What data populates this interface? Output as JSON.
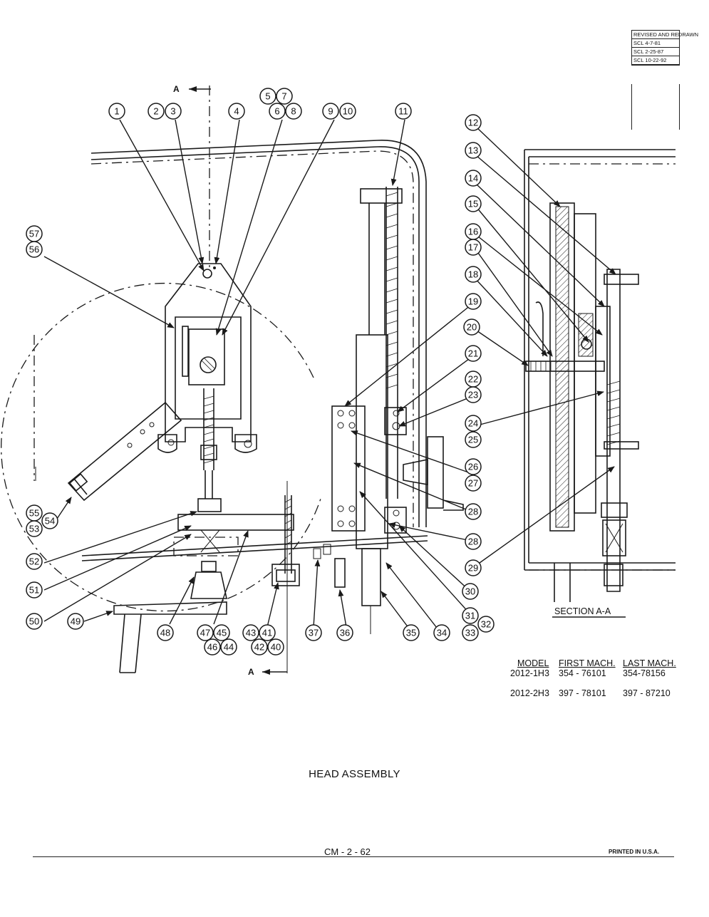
{
  "revision_block": {
    "heading": "REVISED AND REDRAWN",
    "entries": [
      "SCL 4-7-81",
      "SCL 2-25-87",
      "SCL 10-22-92"
    ]
  },
  "section_marker": {
    "letter": "A"
  },
  "section_label": "SECTION A-A",
  "callouts": {
    "c1": "1",
    "c2": "2",
    "c3": "3",
    "c4": "4",
    "c5": "5",
    "c6": "6",
    "c7": "7",
    "c8": "8",
    "c9": "9",
    "c10": "10",
    "c11": "11",
    "c12": "12",
    "c13": "13",
    "c14": "14",
    "c15": "15",
    "c16": "16",
    "c17": "17",
    "c18": "18",
    "c19": "19",
    "c20": "20",
    "c21": "21",
    "c22": "22",
    "c23": "23",
    "c24": "24",
    "c25": "25",
    "c26": "26",
    "c27": "27",
    "c28": "28",
    "c29": "29",
    "c30": "30",
    "c31": "31",
    "c32": "32",
    "c33": "33",
    "c34": "34",
    "c35": "35",
    "c36": "36",
    "c37": "37",
    "c40": "40",
    "c41": "41",
    "c42": "42",
    "c43": "43",
    "c44": "44",
    "c45": "45",
    "c46": "46",
    "c47": "47",
    "c48": "48",
    "c49": "49",
    "c50": "50",
    "c51": "51",
    "c52": "52",
    "c53": "53",
    "c54": "54",
    "c55": "55",
    "c56": "56",
    "c57": "57"
  },
  "model_table": {
    "headers": [
      "MODEL",
      "FIRST MACH.",
      "LAST MACH."
    ],
    "rows": [
      [
        "2012-1H3",
        "354 - 76101",
        "354-78156"
      ],
      [
        "2012-2H3",
        "397 - 78101",
        "397 - 87210"
      ]
    ]
  },
  "title": "HEAD ASSEMBLY",
  "page_number": "CM - 2 - 62",
  "printed_note": "PRINTED IN U.S.A."
}
